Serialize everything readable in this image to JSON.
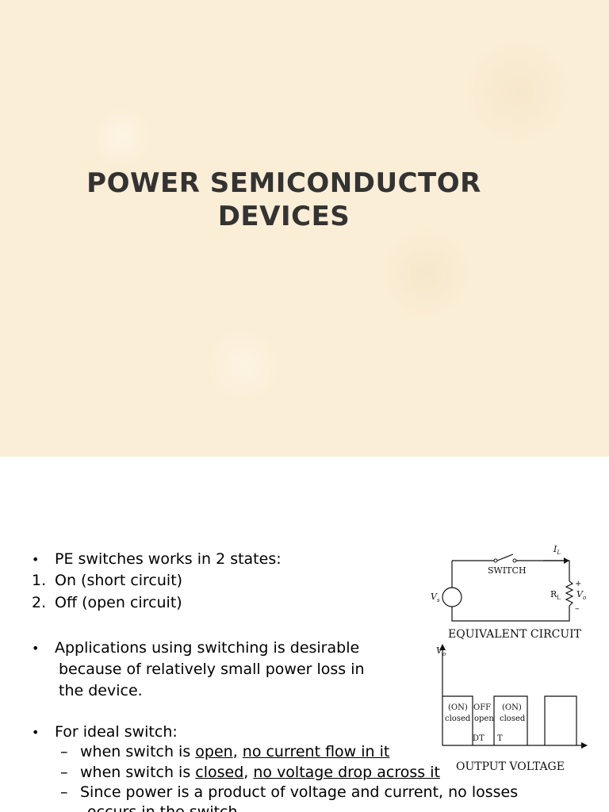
{
  "slide1": {
    "title_line1": "POWER SEMICONDUCTOR",
    "title_line2": "DEVICES"
  },
  "slide2": {
    "bullet_char": "•",
    "dash_char": "–",
    "line1": "PE switches works in 2 states:",
    "item1_num": "1.",
    "item1": "On (short circuit)",
    "item2_num": "2.",
    "item2": "Off (open circuit)",
    "apps_line1": "Applications using switching is desirable",
    "apps_line2": "because of relatively small power loss in",
    "apps_line3": "the device.",
    "ideal": "For ideal switch:",
    "sub1_pre": "when switch is ",
    "sub1_u1": "open",
    "sub1_mid": ", ",
    "sub1_u2": "no current flow in it",
    "sub2_pre": "when switch is ",
    "sub2_u1": "closed",
    "sub2_mid": ", ",
    "sub2_u2": "no voltage drop across it",
    "sub3_line1": "Since power is a product of voltage and current, no losses",
    "sub3_line2": "occurs in the switch."
  },
  "figure": {
    "switch_label": "SWITCH",
    "current_label": "I",
    "current_sub": "L",
    "resistor_label": "R",
    "resistor_sub": "L",
    "vo_label": "V",
    "vo_sub": "o",
    "plus": "+",
    "minus": "–",
    "vs_label": "V",
    "vs_sub": "s",
    "equiv_caption": "EQUIVALENT CIRCUIT",
    "axis_label": "V",
    "axis_sub": "o",
    "box1_l1": "(ON)",
    "box1_l2": "closed",
    "box2_l1": "OFF",
    "box2_l2": "open",
    "box3_l1": "(ON)",
    "box3_l2": "closed",
    "dt_label": "DT",
    "t_label": "T",
    "output_caption": "OUTPUT VOLTAGE"
  }
}
